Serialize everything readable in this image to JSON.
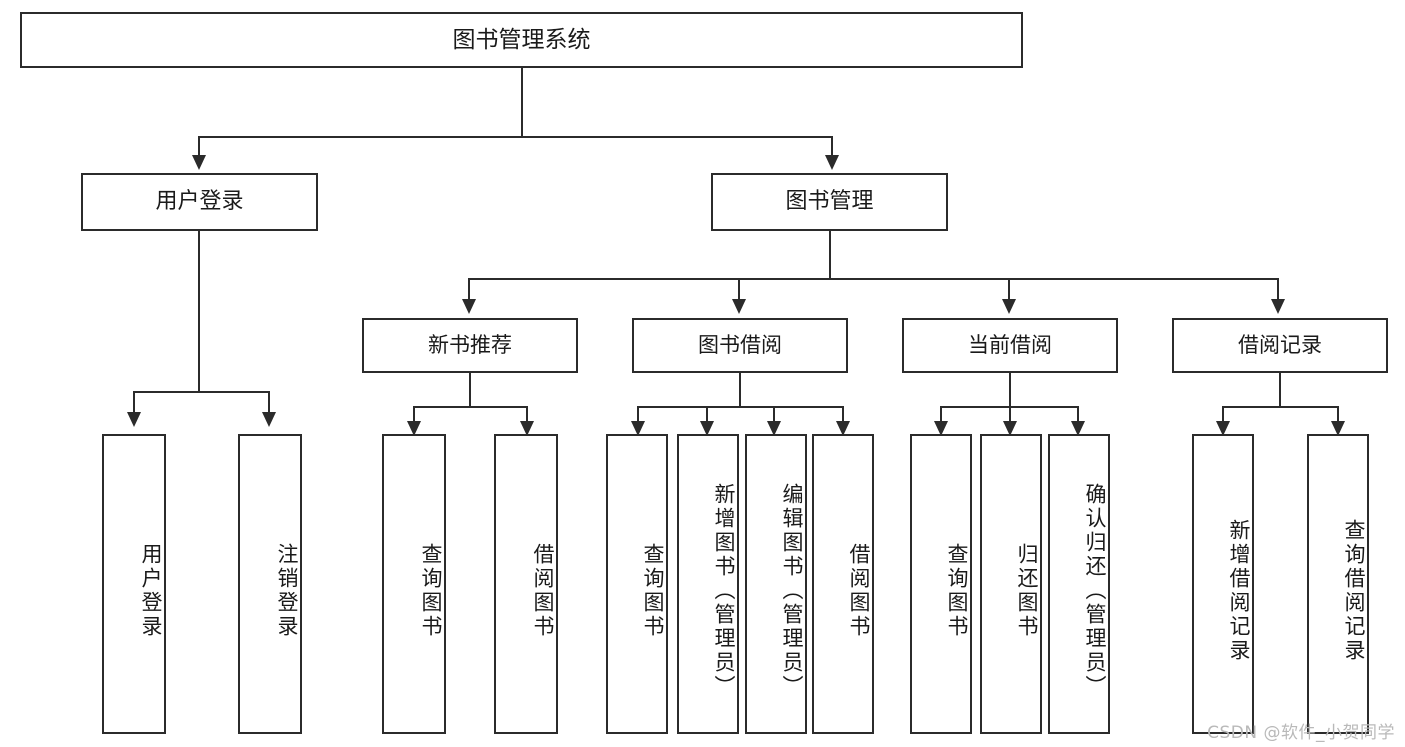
{
  "diagram": {
    "type": "tree",
    "title": "图书管理系统",
    "root": {
      "label": "图书管理系统"
    },
    "level1": [
      {
        "label": "用户登录"
      },
      {
        "label": "图书管理"
      }
    ],
    "level2": [
      {
        "label": "新书推荐"
      },
      {
        "label": "图书借阅"
      },
      {
        "label": "当前借阅"
      },
      {
        "label": "借阅记录"
      }
    ],
    "leaves": {
      "user_login": [
        {
          "label": "用户登录"
        },
        {
          "label": "注销登录"
        }
      ],
      "new_book_recommend": [
        {
          "label": "查询图书"
        },
        {
          "label": "借阅图书"
        }
      ],
      "book_borrow": [
        {
          "label": "查询图书"
        },
        {
          "label": "新增图书（管理员）"
        },
        {
          "label": "编辑图书（管理员）"
        },
        {
          "label": "借阅图书"
        }
      ],
      "current_borrow": [
        {
          "label": "查询图书"
        },
        {
          "label": "归还图书"
        },
        {
          "label": "确认归还（管理员）"
        }
      ],
      "borrow_record": [
        {
          "label": "新增借阅记录"
        },
        {
          "label": "查询借阅记录"
        }
      ]
    }
  },
  "watermark": {
    "text": "CSDN @软件_小贺同学"
  },
  "colors": {
    "stroke": "#2b2b2b",
    "fill": "#ffffff",
    "text": "#1a1a1a",
    "watermark": "#b9b9b9"
  }
}
